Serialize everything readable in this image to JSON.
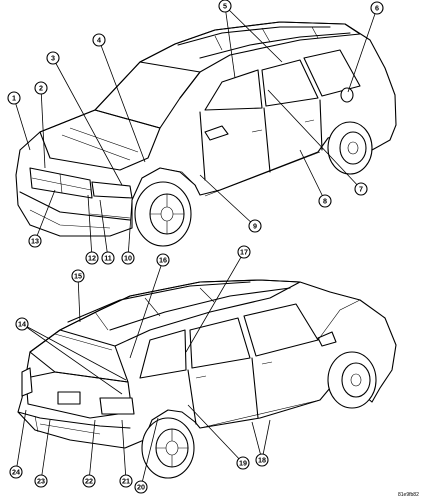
{
  "figure_id": "81e9fb82",
  "callouts": [
    {
      "label": "1"
    },
    {
      "label": "2"
    },
    {
      "label": "3"
    },
    {
      "label": "4"
    },
    {
      "label": "5"
    },
    {
      "label": "6"
    },
    {
      "label": "7"
    },
    {
      "label": "8"
    },
    {
      "label": "9"
    },
    {
      "label": "10"
    },
    {
      "label": "11"
    },
    {
      "label": "12"
    },
    {
      "label": "13"
    },
    {
      "label": "14"
    },
    {
      "label": "15"
    },
    {
      "label": "16"
    },
    {
      "label": "17"
    },
    {
      "label": "18"
    },
    {
      "label": "19"
    },
    {
      "label": "20"
    },
    {
      "label": "21"
    },
    {
      "label": "22"
    },
    {
      "label": "23"
    },
    {
      "label": "24"
    }
  ]
}
